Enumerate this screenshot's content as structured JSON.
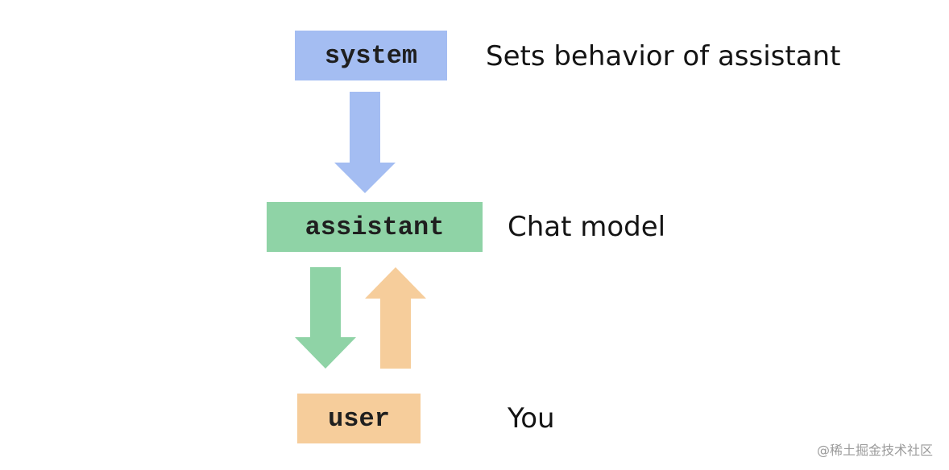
{
  "nodes": {
    "system": {
      "label": "system",
      "description": "Sets behavior of assistant",
      "color": "#a4bdf2"
    },
    "assistant": {
      "label": "assistant",
      "description": "Chat model",
      "color": "#8fd3a6"
    },
    "user": {
      "label": "user",
      "description": "You",
      "color": "#f6cd9b"
    }
  },
  "arrows": {
    "system_to_assistant_color": "#a4bdf2",
    "assistant_to_user_color": "#8fd3a6",
    "user_to_assistant_color": "#f6cd9b"
  },
  "watermark": "@稀土掘金技术社区"
}
